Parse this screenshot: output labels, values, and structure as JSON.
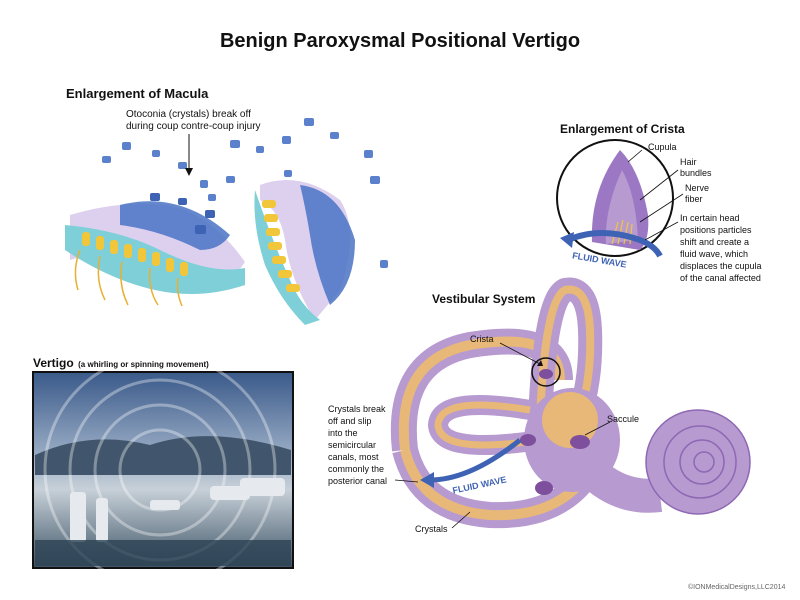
{
  "title": "Benign Paroxysmal Positional Vertigo",
  "macula": {
    "heading": "Enlargement of Macula",
    "callout_line1": "Otoconia (crystals) break off",
    "callout_line2": "during coup contre-coup injury"
  },
  "crista": {
    "heading": "Enlargement of Crista",
    "cupula": "Cupula",
    "hair_line1": "Hair",
    "hair_line2": "bundles",
    "nerve_line1": "Nerve",
    "nerve_line2": "fiber",
    "desc_lines": [
      "In certain head",
      "positions particles",
      "shift and create a",
      "fluid wave, which",
      "displaces the cupula",
      "of the canal affected"
    ],
    "fluid_wave": "FLUID WAVE"
  },
  "vestibular": {
    "heading": "Vestibular System",
    "crista_label": "Crista",
    "saccule_label": "Saccule",
    "crystals_label": "Crystals",
    "fluid_wave": "FLUID WAVE",
    "desc_lines": [
      "Crystals break",
      "off and slip",
      "into the",
      "semicircular",
      "canals, most",
      "commonly the",
      "posterior canal"
    ]
  },
  "vertigo": {
    "heading": "Vertigo",
    "subheading": "(a whirling or spinning movement)"
  },
  "copyright": "©IONMedicalDesigns,LLC2014",
  "colors": {
    "purple": "#b79ad0",
    "dark_purple": "#7d4f9c",
    "tan": "#e8b878",
    "blue": "#3f63b4",
    "cell_teal": "#7ecfd8",
    "cell_yellow": "#f2c63a"
  }
}
